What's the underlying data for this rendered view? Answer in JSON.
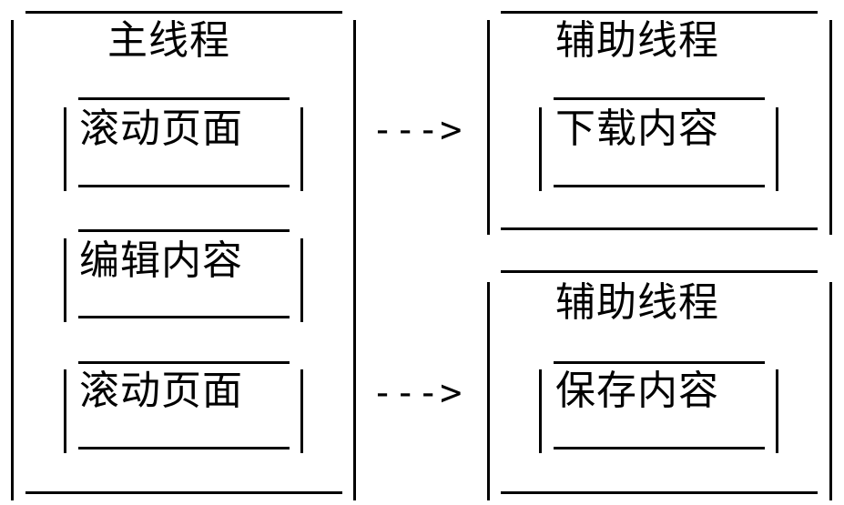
{
  "main_thread": {
    "title": "主线程",
    "tasks": [
      {
        "label": "滚动页面"
      },
      {
        "label": "编辑内容"
      },
      {
        "label": "滚动页面"
      }
    ]
  },
  "helper_threads": [
    {
      "title": "辅助线程",
      "task": {
        "label": "下载内容"
      }
    },
    {
      "title": "辅助线程",
      "task": {
        "label": "保存内容"
      }
    }
  ],
  "arrows": [
    {
      "glyph": "--->"
    },
    {
      "glyph": "--->"
    }
  ]
}
